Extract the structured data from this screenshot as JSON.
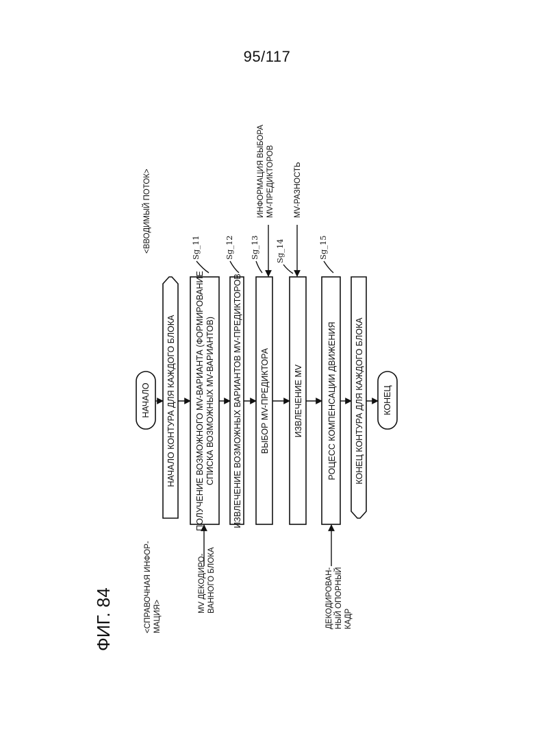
{
  "page_number": "95/117",
  "figure_title": "ФИГ. 84",
  "inputs": {
    "stream_label": "<ВВОДИМЫЙ ПОТОК>",
    "reference_label": [
      "<СПРАВОЧНАЯ ИНФОР-",
      "МАЦИЯ>"
    ],
    "predictor_select_info": [
      "ИНФОРМАЦИЯ ВЫБОРА",
      "MV-ПРЕДИКТОРОВ"
    ],
    "mv_difference": "MV-РАЗНОСТЬ",
    "mv_decoded_block": [
      "MV ДЕКОДИРО-",
      "ВАННОГО БЛОКА"
    ],
    "decoded_ref_frame": [
      "ДЕКОДИРОВАН-",
      "НЫЙ ОПОРНЫЙ",
      "КАДР"
    ]
  },
  "flow": {
    "start": "НАЧАЛО",
    "end": "КОНЕЦ",
    "loop_start": "НАЧАЛО КОНТУРА ДЛЯ КАЖДОГО БЛОКА",
    "loop_end": "КОНЕЦ КОНТУРА ДЛЯ КАЖДОГО БЛОКА",
    "steps": [
      {
        "id": "Sg_11",
        "lines": [
          "ПОЛУЧЕНИЕ ВОЗМОЖНОГО MV-ВАРИАНТА (ФОРМИРОВАНИЕ",
          "СПИСКА ВОЗМОЖНЫХ MV-ВАРИАНТОВ)"
        ]
      },
      {
        "id": "Sg_12",
        "lines": [
          "ИЗВЛЕЧЕНИЕ ВОЗМОЖНЫХ ВАРИАНТОВ MV-ПРЕДИКТОРОВ"
        ]
      },
      {
        "id": "Sg_13",
        "lines": [
          "ВЫБОР MV-ПРЕДИКТОРА"
        ]
      },
      {
        "id": "Sg_14",
        "lines": [
          "ИЗВЛЕЧЕНИЕ MV"
        ]
      },
      {
        "id": "Sg_15",
        "lines": [
          "РОЦЕСС КОМПЕНСАЦИИ ДВИЖЕНИЯ"
        ]
      }
    ]
  }
}
